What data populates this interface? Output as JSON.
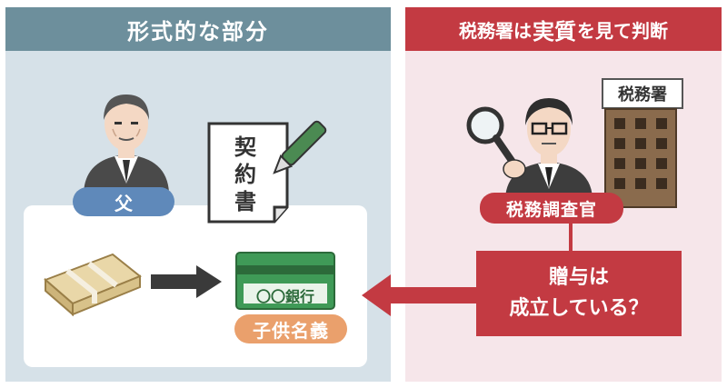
{
  "left": {
    "header": "形式的な部分",
    "father_label": "父",
    "contract_chars": [
      "契",
      "約",
      "書"
    ],
    "bank_name": "〇〇銀行",
    "child_label": "子供名義"
  },
  "right": {
    "header_part1": "税務署は",
    "header_big": "実質",
    "header_part2": "を見て判断",
    "tax_office_sign": "税務署",
    "inspector_label": "税務調査官",
    "question_line1": "贈与は",
    "question_line2": "成立している？"
  },
  "colors": {
    "left_header": "#6d8f9c",
    "left_bg": "#d6e1e8",
    "right_header": "#c33a42",
    "right_bg": "#f6e6ea",
    "father_pill": "#5f89ba",
    "child_pill": "#eaa06c",
    "card_green": "#3f9a57"
  }
}
